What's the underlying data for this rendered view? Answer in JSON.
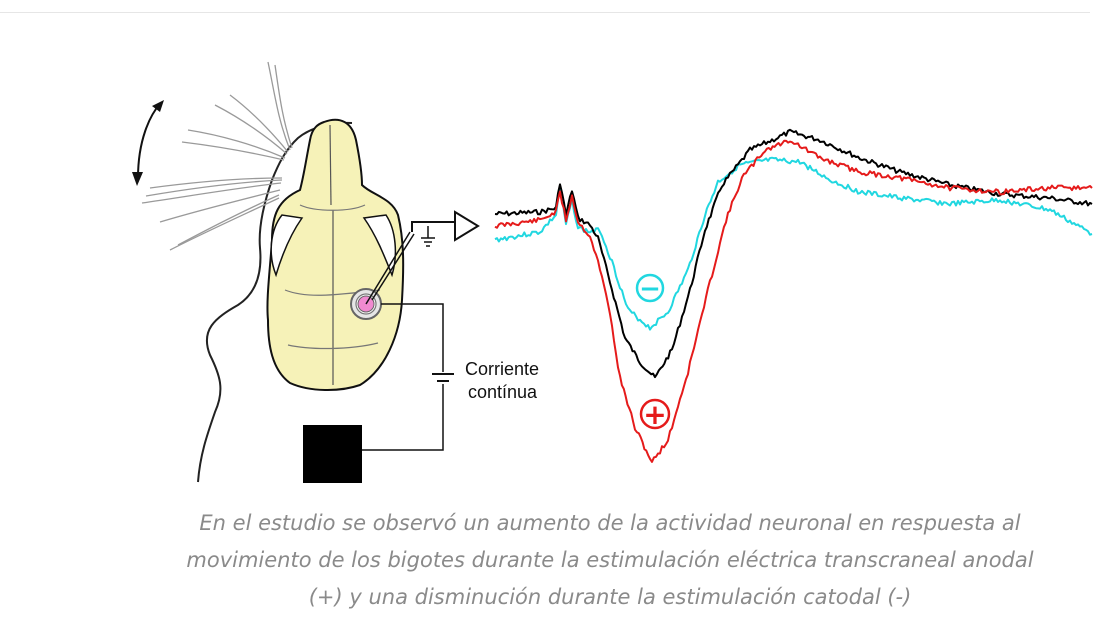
{
  "figure": {
    "label_line1": "Corriente",
    "label_line2": "contínua",
    "cathodal_symbol": "−",
    "anodal_symbol": "+",
    "colors": {
      "skull": "#f6f2b8",
      "electrode": "#f08ad0",
      "trace_control": "#000000",
      "trace_anodal": "#e51b1b",
      "trace_cathodal": "#21d7e0"
    },
    "icons": [
      "whiskers-icon",
      "double-arrow-icon",
      "skull-icon",
      "electrode-icon",
      "ground-icon",
      "output-arrow-icon",
      "battery-icon",
      "stimulator-box-icon"
    ]
  },
  "caption": {
    "line1": "En el estudio se observó un aumento de la actividad neuronal en respuesta al",
    "line2": "movimiento de los bigotes durante la estimulación eléctrica transcraneal anodal",
    "line3": "(+) y una disminución durante la estimulación catodal (-)"
  }
}
